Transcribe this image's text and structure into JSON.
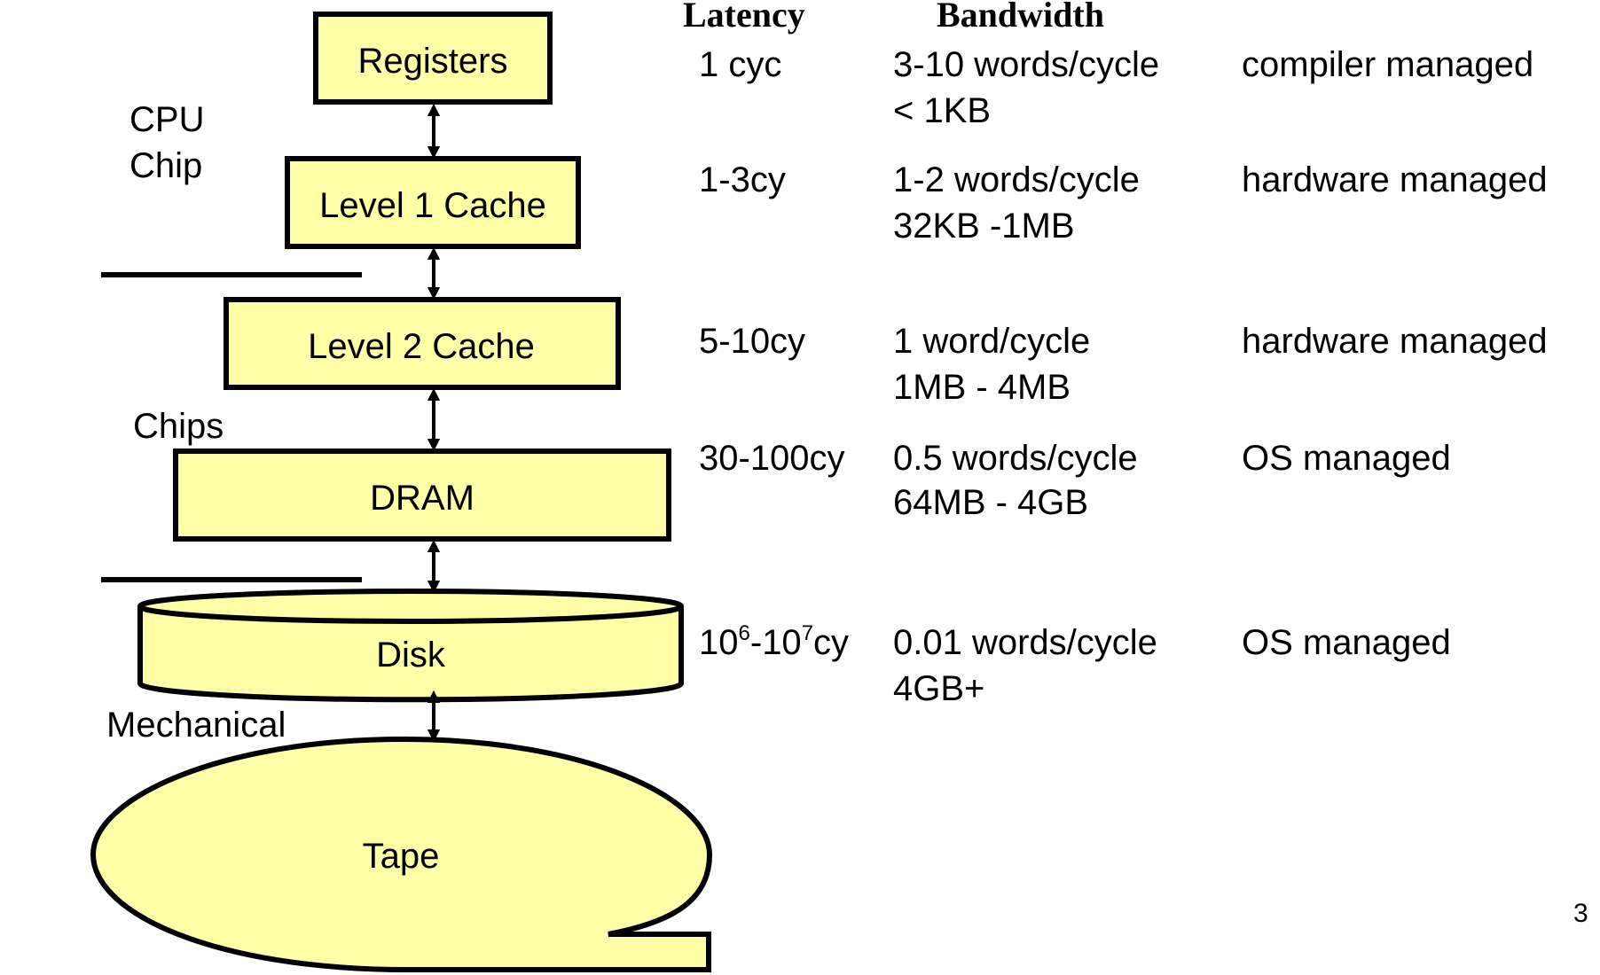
{
  "colors": {
    "box_fill": "#ffffa8",
    "stroke": "#000000",
    "background": "#ffffff"
  },
  "hierarchy": [
    {
      "label": "Registers"
    },
    {
      "label": "Level 1 Cache"
    },
    {
      "label": "Level 2 Cache"
    },
    {
      "label": "DRAM"
    },
    {
      "label": "Disk"
    },
    {
      "label": "Tape"
    }
  ],
  "side_labels": {
    "cpu_line1": "CPU",
    "cpu_line2": "Chip",
    "chips": "Chips",
    "mechanical": "Mechanical"
  },
  "headers": {
    "latency": "Latency",
    "bandwidth": "Bandwidth"
  },
  "rows": [
    {
      "latency": "1 cyc",
      "bandwidth": "3-10 words/cycle",
      "size": "< 1KB",
      "managed": "compiler managed"
    },
    {
      "latency": "1-3cy",
      "bandwidth": "1-2 words/cycle",
      "size": "32KB -1MB",
      "managed": "hardware managed"
    },
    {
      "latency": "5-10cy",
      "bandwidth": "1 word/cycle",
      "size": "1MB - 4MB",
      "managed": "hardware managed"
    },
    {
      "latency": "30-100cy",
      "bandwidth": "0.5 words/cycle",
      "size": "64MB - 4GB",
      "managed": "OS managed"
    },
    {
      "latency_base1": "10",
      "latency_exp1": "6",
      "latency_sep": "-",
      "latency_base2": "10",
      "latency_exp2": "7",
      "latency_unit": "cy",
      "bandwidth": "0.01 words/cycle",
      "size": "4GB+",
      "managed": "OS managed"
    }
  ],
  "page_number": "3"
}
